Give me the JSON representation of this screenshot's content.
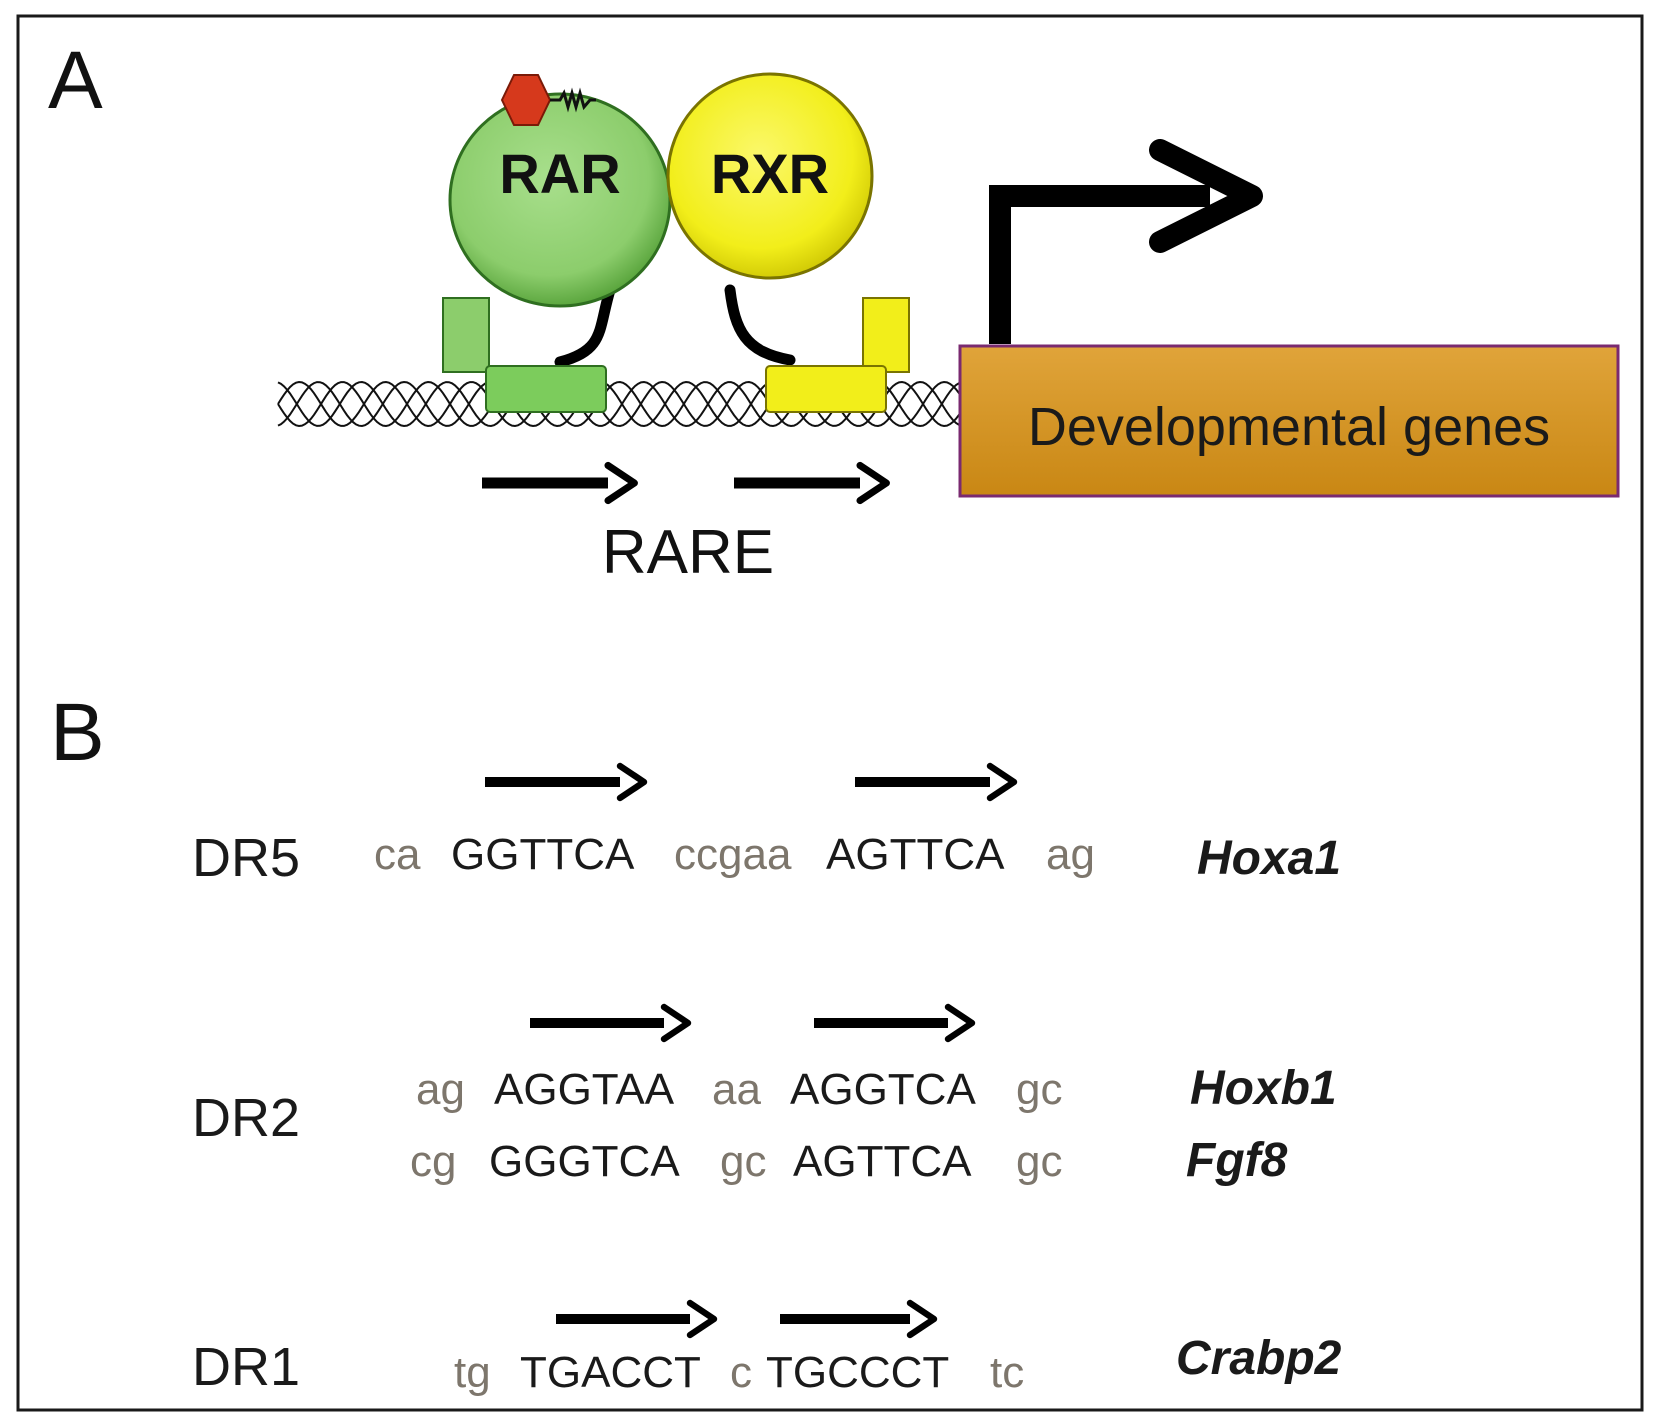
{
  "panel_a": {
    "label": "A",
    "rar": "RAR",
    "rxr": "RXR",
    "gene_box": "Developmental genes",
    "element": "RARE",
    "colors": {
      "rar_green": "#8ccd6c",
      "rxr_yellow": "#f2ee1a",
      "ligand_red": "#d6391c",
      "gene_orange": "#d89624",
      "gene_border": "#7a2a70"
    }
  },
  "panel_b": {
    "label": "B",
    "rows": [
      {
        "dr": "DR5",
        "lines": [
          {
            "flank_left": "ca",
            "half1": "GGTTCA",
            "spacer": "ccgaa",
            "half2": "AGTTCA",
            "flank_right": "ag",
            "gene": "Hoxa1"
          }
        ]
      },
      {
        "dr": "DR2",
        "lines": [
          {
            "flank_left": "ag",
            "half1": "AGGTAA",
            "spacer": "aa",
            "half2": "AGGTCA",
            "flank_right": "gc",
            "gene": "Hoxb1"
          },
          {
            "flank_left": "cg",
            "half1": "GGGTCA",
            "spacer": "gc",
            "half2": "AGTTCA",
            "flank_right": "gc",
            "gene": "Fgf8"
          }
        ]
      },
      {
        "dr": "DR1",
        "lines": [
          {
            "flank_left": "tg",
            "half1": "TGACCT",
            "spacer": "c",
            "half2": "TGCCCT",
            "flank_right": "tc",
            "gene": "Crabp2"
          }
        ]
      }
    ],
    "colors": {
      "upper": "#1a1a1a",
      "lower": "#7d766c"
    }
  }
}
